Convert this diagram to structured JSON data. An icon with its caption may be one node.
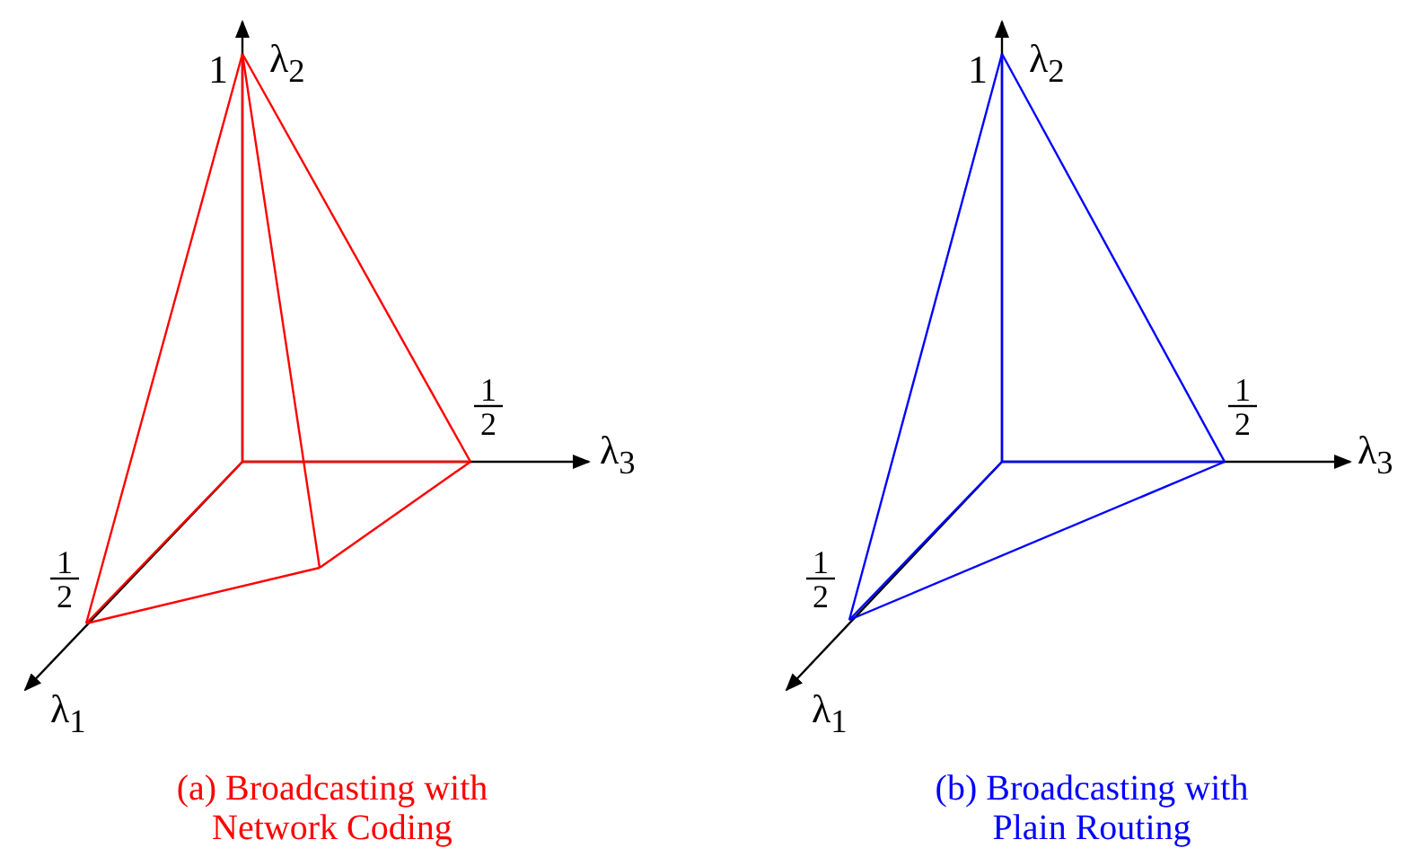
{
  "diagram": {
    "labels": [
      "1",
      "λ$_{2}$",
      "1",
      "2",
      "λ$_{3}$",
      "1",
      "2",
      "λ$_{1}$",
      "(a) Broadcasting with Network Coding",
      "1",
      "λ$_{2}$",
      "1",
      "2",
      "λ$_{3}$",
      "1",
      "2",
      "λ$_{1}$",
      "(b) Broadcasting with Plain Routing"
    ]
  }
}
